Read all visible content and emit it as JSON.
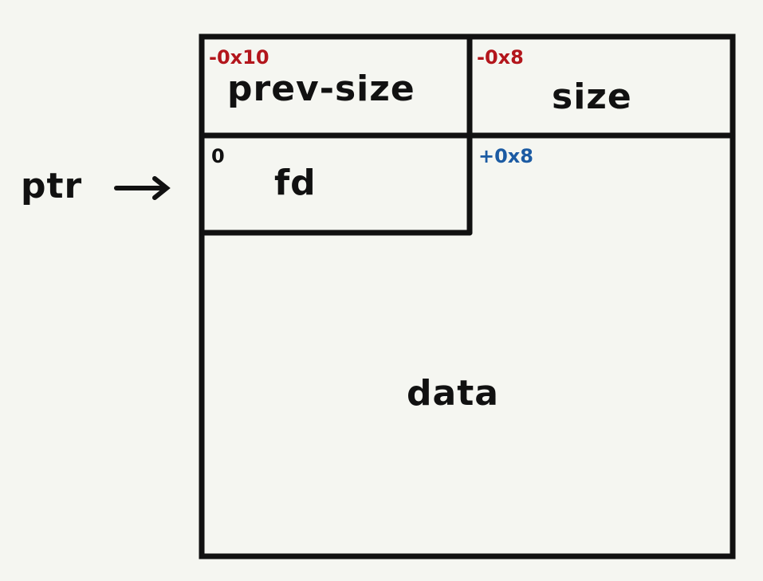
{
  "pointer": {
    "label": "ptr",
    "arrow": "→"
  },
  "cells": {
    "prev_size": {
      "label": "prev-size",
      "offset": "-0x10"
    },
    "size": {
      "label": "size",
      "offset": "-0x8"
    },
    "fd": {
      "label": "fd",
      "offset": "0"
    },
    "next": {
      "offset": "+0x8"
    },
    "data": {
      "label": "data"
    }
  },
  "colors": {
    "ink": "#111111",
    "negative_offset": "#b3161c",
    "positive_offset": "#1c5ba3",
    "background": "#f5f6f1"
  }
}
